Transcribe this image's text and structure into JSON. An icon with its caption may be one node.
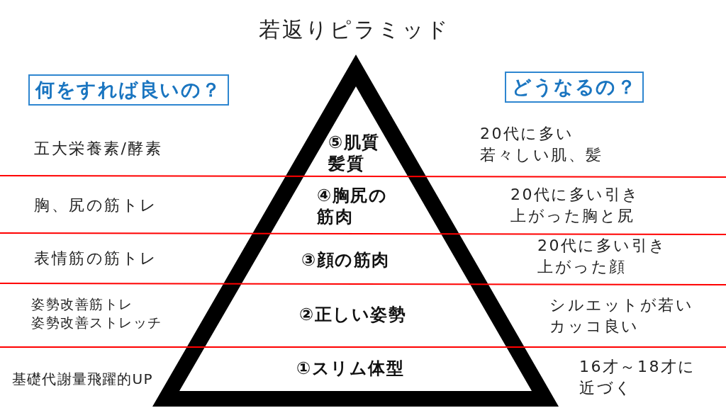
{
  "diagram": {
    "title": "若返りピラミッド",
    "nodes": [
      {
        "text": [
          "何をすれば良いの？"
        ]
      },
      {
        "text": [
          "どうなるの？"
        ]
      },
      {
        "text": [],
        "shape": "triangle"
      },
      {
        "text": [
          "⑤肌質髪質"
        ],
        "in": 2
      },
      {
        "text": [
          "④胸尻の筋肉"
        ],
        "in": 2
      },
      {
        "text": [
          "③顔の筋肉"
        ],
        "in": 2
      },
      {
        "text": [
          "②正しい姿勢"
        ],
        "in": 2
      },
      {
        "text": [
          "①スリム体型"
        ],
        "in": 2
      }
    ],
    "labels": [
      "五大栄養素/酵素",
      "20代に多い若々しい肌、髪",
      "胸、尻の筋トレ",
      "20代に多い引き上がった胸と尻",
      "表情筋の筋トレ",
      "20代に多い引き上がった顔",
      "姿勢改善筋トレ",
      "姿勢改善ストレッチ",
      "シルエットが若いカッコ良い",
      "基礎代謝量飛躍的UP",
      "16才～18才に近づく"
    ]
  }
}
